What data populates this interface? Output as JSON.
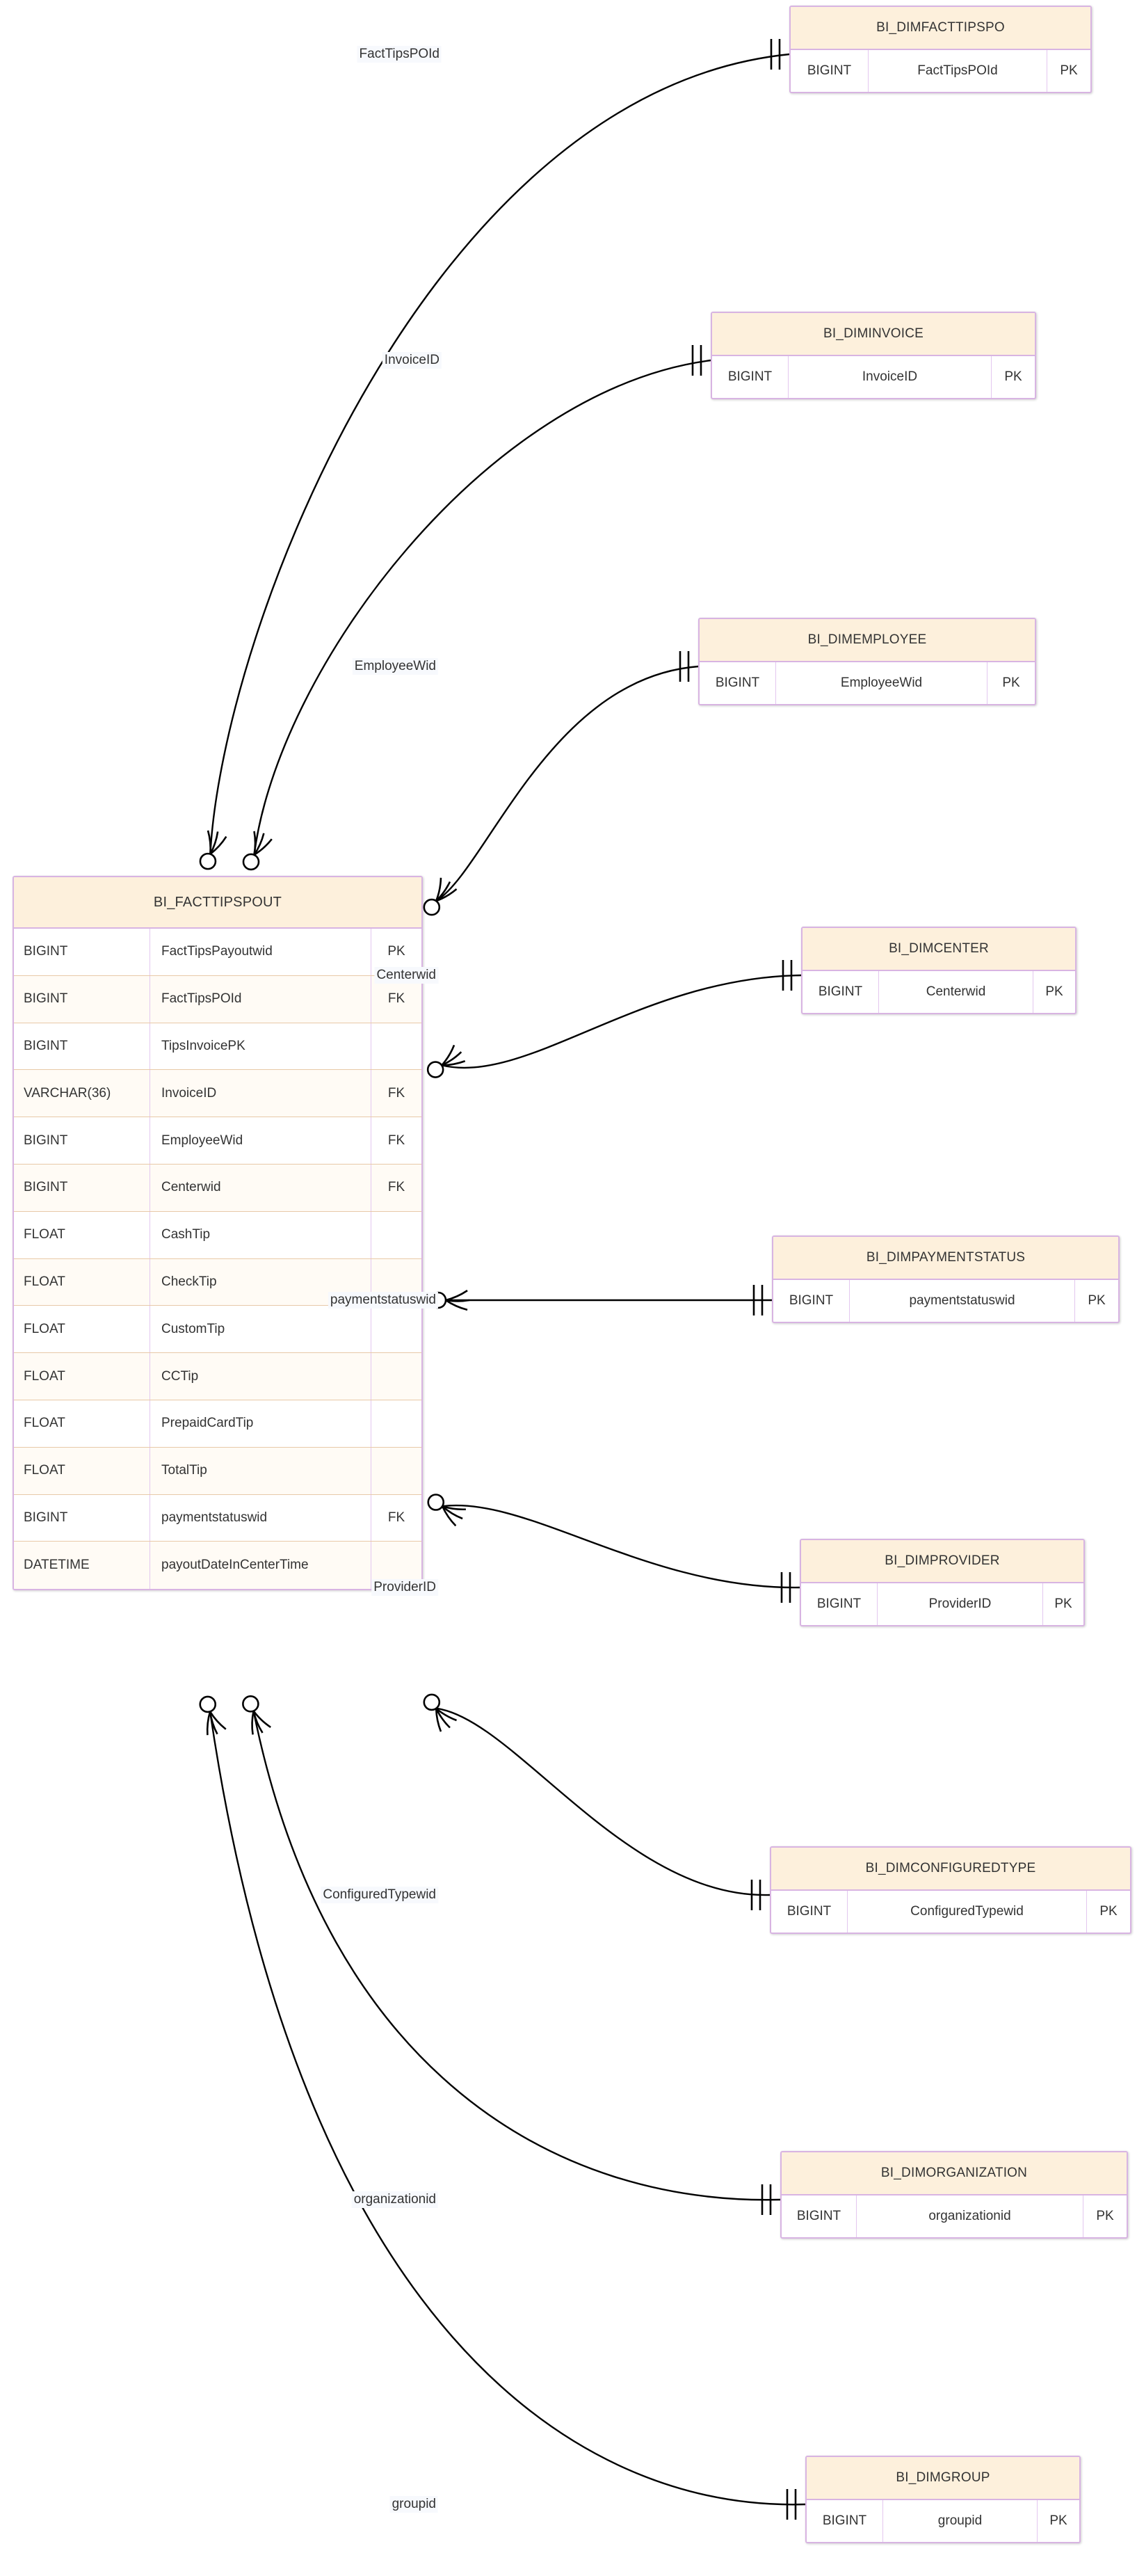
{
  "diagram": {
    "type": "entity-relationship-diagram",
    "notation": "crows-foot",
    "colors": {
      "header_fill": "#FDF0DC",
      "border": "#D8B4E2",
      "row_alt_fill": "#FFFBF5",
      "row_divider": "#E8C9A8",
      "text": "#333333",
      "line": "#000000",
      "label_bg": "#F7F9FD"
    },
    "key_legend": {
      "pk": "PK",
      "fk": "FK"
    }
  },
  "fact_table": {
    "name": "BI_FACTTIPSPOUT",
    "columns": [
      {
        "type": "BIGINT",
        "name": "FactTipsPayoutwid",
        "key": "PK"
      },
      {
        "type": "BIGINT",
        "name": "FactTipsPOId",
        "key": "FK"
      },
      {
        "type": "BIGINT",
        "name": "TipsInvoicePK",
        "key": ""
      },
      {
        "type": "VARCHAR(36)",
        "name": "InvoiceID",
        "key": "FK"
      },
      {
        "type": "BIGINT",
        "name": "EmployeeWid",
        "key": "FK"
      },
      {
        "type": "BIGINT",
        "name": "Centerwid",
        "key": "FK"
      },
      {
        "type": "FLOAT",
        "name": "CashTip",
        "key": ""
      },
      {
        "type": "FLOAT",
        "name": "CheckTip",
        "key": ""
      },
      {
        "type": "FLOAT",
        "name": "CustomTip",
        "key": ""
      },
      {
        "type": "FLOAT",
        "name": "CCTip",
        "key": ""
      },
      {
        "type": "FLOAT",
        "name": "PrepaidCardTip",
        "key": ""
      },
      {
        "type": "FLOAT",
        "name": "TotalTip",
        "key": ""
      },
      {
        "type": "BIGINT",
        "name": "paymentstatuswid",
        "key": "FK"
      },
      {
        "type": "DATETIME",
        "name": "payoutDateInCenterTime",
        "key": ""
      }
    ]
  },
  "dimension_tables": [
    {
      "id": "dimfacttipspo",
      "name": "BI_DIMFACTTIPSPO",
      "columns": [
        {
          "type": "BIGINT",
          "name": "FactTipsPOId",
          "key": "PK"
        }
      ]
    },
    {
      "id": "diminvoice",
      "name": "BI_DIMINVOICE",
      "columns": [
        {
          "type": "BIGINT",
          "name": "InvoiceID",
          "key": "PK"
        }
      ]
    },
    {
      "id": "dimemployee",
      "name": "BI_DIMEMPLOYEE",
      "columns": [
        {
          "type": "BIGINT",
          "name": "EmployeeWid",
          "key": "PK"
        }
      ]
    },
    {
      "id": "dimcenter",
      "name": "BI_DIMCENTER",
      "columns": [
        {
          "type": "BIGINT",
          "name": "Centerwid",
          "key": "PK"
        }
      ]
    },
    {
      "id": "dimpaymentstatus",
      "name": "BI_DIMPAYMENTSTATUS",
      "columns": [
        {
          "type": "BIGINT",
          "name": "paymentstatuswid",
          "key": "PK"
        }
      ]
    },
    {
      "id": "dimprovider",
      "name": "BI_DIMPROVIDER",
      "columns": [
        {
          "type": "BIGINT",
          "name": "ProviderID",
          "key": "PK"
        }
      ]
    },
    {
      "id": "dimconfiguredtype",
      "name": "BI_DIMCONFIGUREDTYPE",
      "columns": [
        {
          "type": "BIGINT",
          "name": "ConfiguredTypewid",
          "key": "PK"
        }
      ]
    },
    {
      "id": "dimorganization",
      "name": "BI_DIMORGANIZATION",
      "columns": [
        {
          "type": "BIGINT",
          "name": "organizationid",
          "key": "PK"
        }
      ]
    },
    {
      "id": "dimgroup",
      "name": "BI_DIMGROUP",
      "columns": [
        {
          "type": "BIGINT",
          "name": "groupid",
          "key": "PK"
        }
      ]
    }
  ],
  "relationships": [
    {
      "label": "FactTipsPOId",
      "from": "BI_FACTTIPSPOUT",
      "to": "BI_DIMFACTTIPSPO",
      "from_card": "zero-or-many",
      "to_card": "exactly-one"
    },
    {
      "label": "InvoiceID",
      "from": "BI_FACTTIPSPOUT",
      "to": "BI_DIMINVOICE",
      "from_card": "zero-or-many",
      "to_card": "exactly-one"
    },
    {
      "label": "EmployeeWid",
      "from": "BI_FACTTIPSPOUT",
      "to": "BI_DIMEMPLOYEE",
      "from_card": "zero-or-many",
      "to_card": "exactly-one"
    },
    {
      "label": "Centerwid",
      "from": "BI_FACTTIPSPOUT",
      "to": "BI_DIMCENTER",
      "from_card": "zero-or-many",
      "to_card": "exactly-one"
    },
    {
      "label": "paymentstatuswid",
      "from": "BI_FACTTIPSPOUT",
      "to": "BI_DIMPAYMENTSTATUS",
      "from_card": "zero-or-many",
      "to_card": "exactly-one"
    },
    {
      "label": "ProviderID",
      "from": "BI_FACTTIPSPOUT",
      "to": "BI_DIMPROVIDER",
      "from_card": "zero-or-many",
      "to_card": "exactly-one"
    },
    {
      "label": "ConfiguredTypewid",
      "from": "BI_FACTTIPSPOUT",
      "to": "BI_DIMCONFIGUREDTYPE",
      "from_card": "zero-or-many",
      "to_card": "exactly-one"
    },
    {
      "label": "organizationid",
      "from": "BI_FACTTIPSPOUT",
      "to": "BI_DIMORGANIZATION",
      "from_card": "zero-or-many",
      "to_card": "exactly-one"
    },
    {
      "label": "groupid",
      "from": "BI_FACTTIPSPOUT",
      "to": "BI_DIMGROUP",
      "from_card": "zero-or-many",
      "to_card": "exactly-one"
    }
  ]
}
